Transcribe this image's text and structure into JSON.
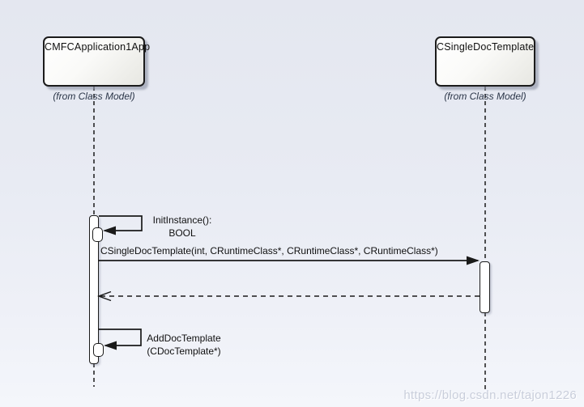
{
  "objects": [
    {
      "name": "CMFCApplication1App",
      "from_note": "(from Class Model)"
    },
    {
      "name": "CSingleDocTemplate",
      "from_note": "(from Class Model)"
    }
  ],
  "messages": [
    {
      "type": "self-call",
      "line1": "InitInstance():",
      "line2": "BOOL"
    },
    {
      "type": "call",
      "label": "CSingleDocTemplate(int, CRuntimeClass*, CRuntimeClass*, CRuntimeClass*)"
    },
    {
      "type": "return-dashed",
      "label": ""
    },
    {
      "type": "self-call",
      "line1": "AddDocTemplate",
      "line2": "(CDocTemplate*)"
    }
  ],
  "watermark": "https://blog.csdn.net/tajon1226",
  "colors": {
    "line": "#1a1a1a",
    "background_top": "#e4e7f0",
    "background_bottom": "#f4f6fb",
    "box_fill": "#ffffff",
    "box_shadow": "#9196a8",
    "from_note_text": "#2a3548",
    "watermark_text": "#c9cedb"
  }
}
